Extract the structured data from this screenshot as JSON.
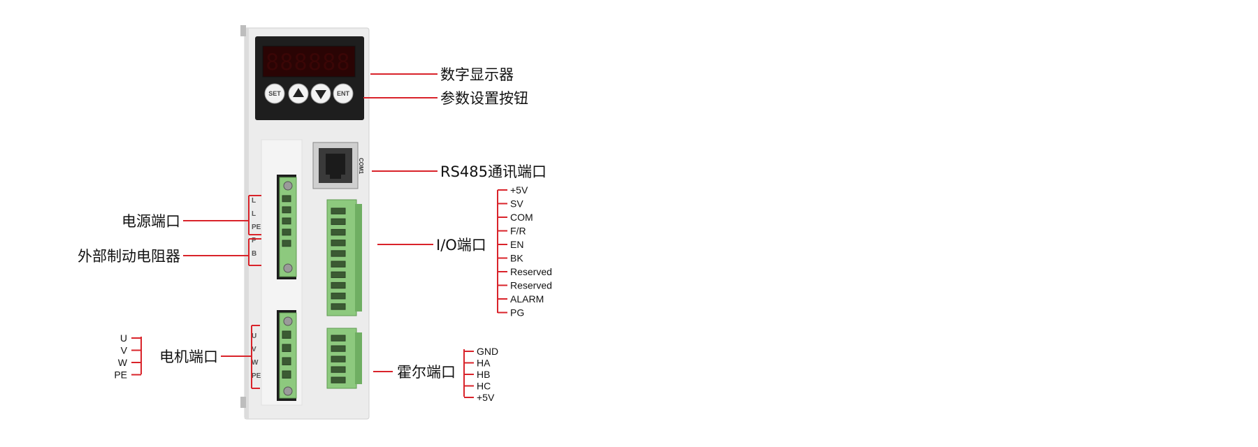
{
  "colors": {
    "leader": "#d9232a",
    "housing": "#ececec",
    "panel": "#1e1e1e",
    "display": "#2a0404",
    "terminal": "#8dc97e"
  },
  "device": {
    "display_digits": "888888",
    "buttons": [
      "SET",
      "▲",
      "▼",
      "ENT"
    ],
    "com_label": "COM1",
    "power_terminal_labels": [
      "L",
      "L",
      "PE",
      "P",
      "B"
    ],
    "motor_terminal_labels": [
      "U",
      "V",
      "W",
      "PE"
    ]
  },
  "callouts": {
    "display": "数字显示器",
    "param_buttons": "参数设置按钮",
    "rs485": "RS485通讯端口",
    "io_port": "I/O端口",
    "power_port": "电源端口",
    "brake_resistor": "外部制动电阻器",
    "motor_port": "电机端口",
    "hall_port": "霍尔端口"
  },
  "io_pins": [
    "+5V",
    "SV",
    "COM",
    "F/R",
    "EN",
    "BK",
    "Reserved",
    "Reserved",
    "ALARM",
    "PG"
  ],
  "hall_pins": [
    "GND",
    "HA",
    "HB",
    "HC",
    "+5V"
  ],
  "motor_pins": [
    "U",
    "V",
    "W",
    "PE"
  ]
}
